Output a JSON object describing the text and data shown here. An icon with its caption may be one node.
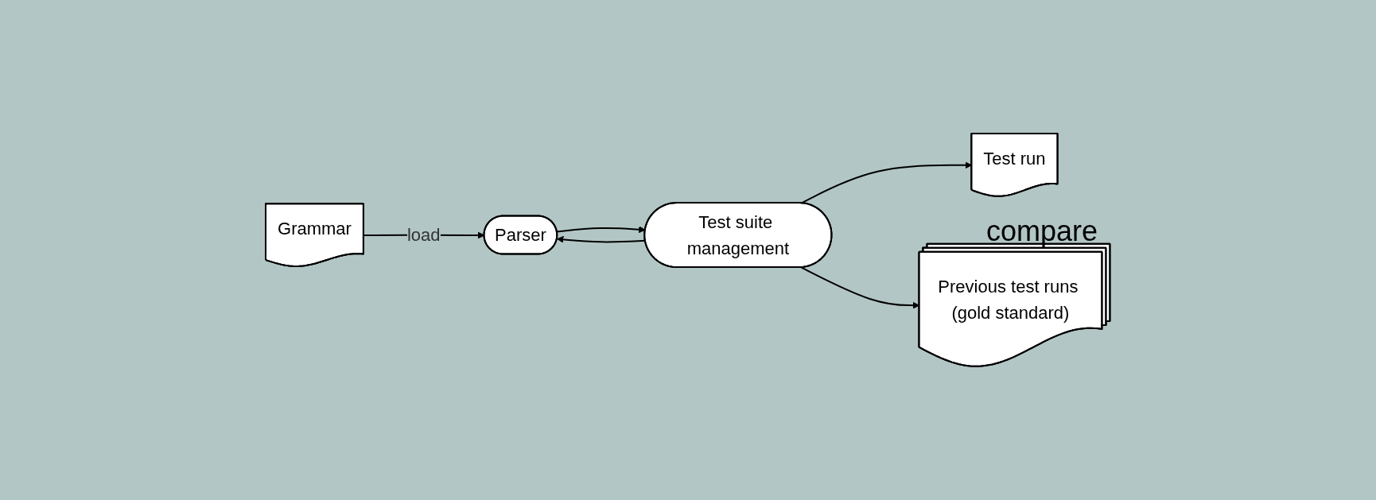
{
  "diagram": {
    "nodes": [
      {
        "text": [
          "Grammar"
        ]
      },
      {
        "text": [
          "Parser"
        ]
      },
      {
        "text": [
          "Test suite management"
        ]
      },
      {
        "text": [
          "Test run"
        ]
      },
      {
        "text": [
          "Previous test runs (gold standard)"
        ]
      }
    ],
    "edges": [
      {
        "from": 0,
        "to": 1,
        "arrow": "to",
        "label": "load"
      },
      {
        "from": 2,
        "to": 1,
        "arrow": "to"
      },
      {
        "from": 1,
        "to": 2,
        "arrow": "to"
      },
      {
        "from": 2,
        "to": 3,
        "arrow": "to"
      },
      {
        "from": 2,
        "to": 4,
        "arrow": "to"
      }
    ],
    "labels": [
      "compare"
    ]
  }
}
